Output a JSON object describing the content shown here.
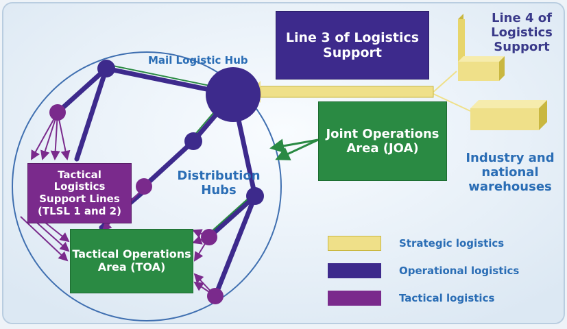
{
  "labels": {
    "main_hub": "Mail Logistic Hub",
    "line3": "Line 3 of Logistics Support",
    "line4": "Line 4 of Logistics Support",
    "joa": "Joint Operations Area (JOA)",
    "industry": "Industry and national warehouses",
    "distribution": "Distribution Hubs",
    "tlsl": "Tactical Logistics Support Lines (TLSL 1 and 2)",
    "toa": "Tactical Operations Area (TOA)"
  },
  "legend": [
    {
      "label": "Strategic logistics",
      "color": "#efe089"
    },
    {
      "label": "Operational logistics",
      "color": "#3d2a8c"
    },
    {
      "label": "Tactical logistics",
      "color": "#7a2a8c"
    }
  ],
  "colors": {
    "operational": "#3d2a8c",
    "tactical": "#7a2a8c",
    "strategic": "#efe089",
    "green_area": "#2a8a43",
    "blue_text": "#2a6db5",
    "dark_text": "#3a3a8a"
  }
}
